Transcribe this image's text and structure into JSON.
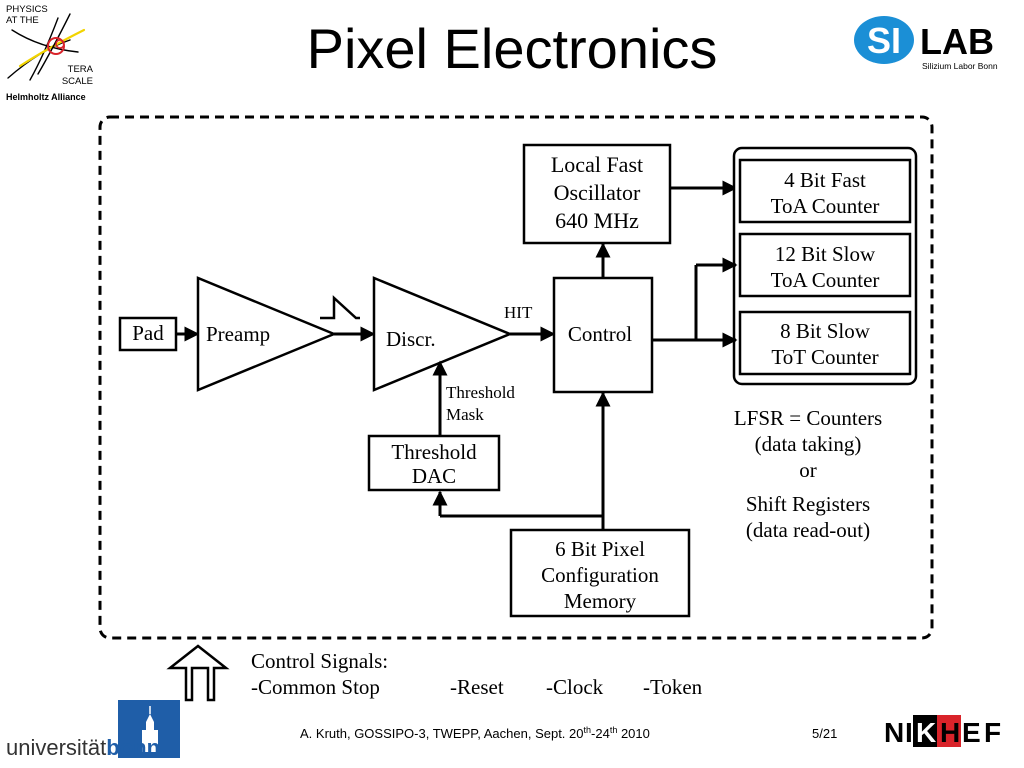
{
  "title": "Pixel Electronics",
  "logo_terascale": {
    "line1": "PHYSICS",
    "line2": "AT THE",
    "line3": "TERA",
    "line4": "SCALE",
    "line5": "Helmholtz Alliance"
  },
  "logo_silab": {
    "si": "SI",
    "lab": "LAB",
    "sub": "Silizium Labor Bonn"
  },
  "logo_bonn": {
    "prefix": "universität",
    "bold": "bonn"
  },
  "logo_nikhef": {
    "n": "N",
    "i": "I",
    "k": "K",
    "h": "H",
    "e": "E",
    "f": "F"
  },
  "blocks": {
    "pad": "Pad",
    "preamp": "Preamp",
    "discr": "Discr.",
    "hit": "HIT",
    "control": "Control",
    "oscillator": [
      "Local Fast",
      "Oscillator",
      "640 MHz"
    ],
    "threshold_mask": [
      "Threshold",
      "Mask"
    ],
    "threshold_dac": [
      "Threshold",
      "DAC"
    ],
    "config_memory": [
      "6 Bit Pixel",
      "Configuration",
      "Memory"
    ],
    "counter_fast": [
      "4 Bit Fast",
      "ToA Counter"
    ],
    "counter_slow_toa": [
      "12 Bit Slow",
      "ToA Counter"
    ],
    "counter_slow_tot": [
      "8 Bit Slow",
      "ToT Counter"
    ]
  },
  "lfsr_note": [
    "LFSR = Counters",
    "(data taking)",
    "or",
    "Shift Registers",
    "(data read-out)"
  ],
  "control_signals": {
    "heading": "Control Signals:",
    "items": [
      "-Common Stop",
      "-Reset",
      "-Clock",
      "-Token"
    ]
  },
  "footer": {
    "citation_prefix": "A. Kruth, GOSSIPO-3, TWEPP, Aachen, Sept. 20",
    "sup1": "th",
    "citation_mid": "-24",
    "sup2": "th",
    "citation_suffix": " 2010",
    "page": "5/21"
  },
  "colors": {
    "silab_blue": "#1b8fd6",
    "bonn_blue": "#1f5ea8",
    "nikhef_red": "#d9232a",
    "ink": "#000000"
  }
}
